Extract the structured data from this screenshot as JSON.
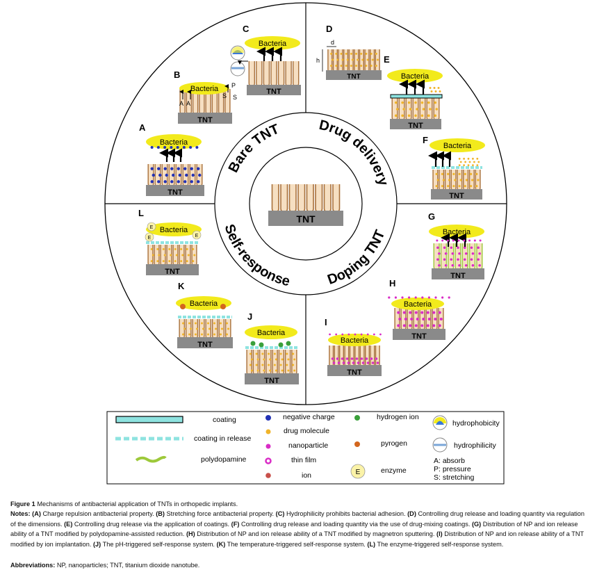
{
  "center": {
    "tnt": "TNT"
  },
  "quadrants": {
    "bare": "Bare TNT",
    "drug": "Drug delivery",
    "doping": "Doping TNT",
    "self": "Self-response"
  },
  "common": {
    "bacteria": "Bacteria",
    "tnt": "TNT"
  },
  "panels": {
    "A": "A",
    "B": "B",
    "C": "C",
    "D": "D",
    "E": "E",
    "F": "F",
    "G": "G",
    "H": "H",
    "I": "I",
    "J": "J",
    "K": "K",
    "L": "L"
  },
  "marks": {
    "A1": "A",
    "A2": "A",
    "P": "P",
    "S1": "S",
    "S2": "S",
    "d": "d",
    "h": "h",
    "E": "E"
  },
  "legend": {
    "coating": "coating",
    "coating_release": "coating in release",
    "polydopamine": "polydopamine",
    "negative_charge": "negative charge",
    "drug_molecule": "drug molecule",
    "nanoparticle": "nanoparticle",
    "thin_film": "thin film",
    "ion": "ion",
    "hydrogen_ion": "hydrogen ion",
    "pyrogen": "pyrogen",
    "enzyme": "enzyme",
    "enzyme_symbol": "E",
    "hydrophobicity": "hydrophobicity",
    "hydrophilicity": "hydrophilicity",
    "abbr_a": "A: absorb",
    "abbr_p": "P: pressure",
    "abbr_s": "S: stretching"
  },
  "caption": {
    "figure_label": "Figure 1",
    "figure_title": "Mechanisms of antibacterial application of TNTs in orthopedic implants.",
    "notes_label": "Notes:",
    "notes": [
      {
        "k": "(A)",
        "t": " Charge repulsion antibacterial property. "
      },
      {
        "k": "(B)",
        "t": " Stretching force antibacterial property. "
      },
      {
        "k": "(C)",
        "t": " Hydrophilicity prohibits bacterial adhesion. "
      },
      {
        "k": "(D)",
        "t": " Controlling drug release and loading quantity via regulation of the dimensions. "
      },
      {
        "k": "(E)",
        "t": " Controlling drug release via the application of coatings. "
      },
      {
        "k": "(F)",
        "t": " Controlling drug release and loading quantity via the use of drug-mixing coatings. "
      },
      {
        "k": "(G)",
        "t": " Distribution of NP and ion release ability of a TNT modified by polydopamine-assisted reduction. "
      },
      {
        "k": "(H)",
        "t": " Distribution of NP and ion release ability of a TNT modified by magnetron sputtering. "
      },
      {
        "k": "(I)",
        "t": " Distribution of NP and ion release ability of a TNT modified by ion implantation. "
      },
      {
        "k": "(J)",
        "t": " The pH-triggered self-response system. "
      },
      {
        "k": "(K)",
        "t": " The temperature-triggered self-response system. "
      },
      {
        "k": "(L)",
        "t": " The enzyme-triggered self-response system."
      }
    ],
    "abbr_label": "Abbreviations:",
    "abbr_text": " NP, nanoparticles; TNT, titanium dioxide nanotube."
  },
  "colors": {
    "tube_fill": "#f6dfc2",
    "tube_stroke": "#a8703a",
    "base": "#8a8a8a",
    "bacteria": "#f2ea1c",
    "coating": "#8ee3e0",
    "polydopamine": "#9dc93a",
    "negative": "#2332b5",
    "drug": "#f0b42a",
    "nanoparticle": "#d92cc6",
    "hydrogen": "#3aa03a",
    "pyrogen": "#d3661e",
    "enzyme": "#fbf3a8"
  }
}
